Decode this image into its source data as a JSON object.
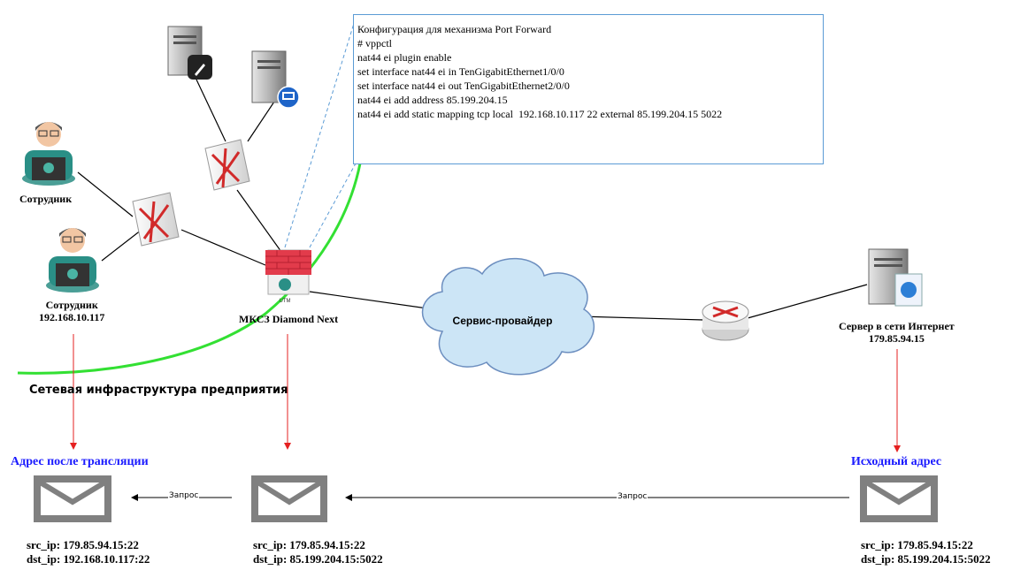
{
  "config": {
    "title": "Конфигурация для механизма Port Forward",
    "lines": [
      "",
      "# vppctl",
      "",
      "nat44 ei plugin enable",
      "set interface nat44 ei in TenGigabitEthernet1/0/0",
      "set interface nat44 ei out TenGigabitEthernet2/0/0",
      "nat44 ei add address 85.199.204.15",
      "nat44 ei add static mapping tcp local  192.168.10.117 22 external 85.199.204.15 5022"
    ]
  },
  "nodes": {
    "employee1": "Сотрудник",
    "employee2_name": "Сотрудник",
    "employee2_ip": "192.168.10.117",
    "firewall": "МКСЗ Diamond Next",
    "provider": "Сервис-провайдер",
    "server_name": "Сервер в сети Интернет",
    "server_ip": "179.85.94.15",
    "utm_badge": "UTM"
  },
  "infra_label": "Сетевая инфраструктура предприятия",
  "packets": {
    "left": {
      "title": "Адрес после трансляции",
      "src": "src_ip: 179.85.94.15:22",
      "dst": "dst_ip: 192.168.10.117:22"
    },
    "middle": {
      "title": "",
      "src": "src_ip: 179.85.94.15:22",
      "dst": "dst_ip: 85.199.204.15:5022"
    },
    "right": {
      "title": "Исходный адрес",
      "src": "src_ip: 179.85.94.15:22",
      "dst": "dst_ip: 85.199.204.15:5022"
    }
  },
  "arrows": {
    "request_left": "Запрос",
    "request_right": "Запрос"
  },
  "colors": {
    "boundary": "#33e033",
    "config_border": "#5b9bd5",
    "dashed": "#5b9bd5",
    "red_arrow": "#e52020",
    "envelope": "#808080",
    "blue_text": "#1a1aff",
    "cloud_fill": "#cce5f6",
    "cloud_stroke": "#6c8ebf"
  }
}
